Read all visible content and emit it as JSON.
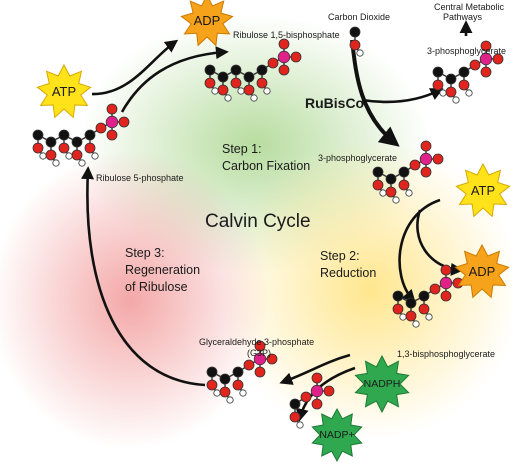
{
  "title": "Calvin Cycle",
  "enzyme": "RuBisCo",
  "steps": {
    "step1": [
      "Step 1:",
      "Carbon Fixation"
    ],
    "step2": [
      "Step 2:",
      "Reduction"
    ],
    "step3": [
      "Step 3:",
      "Regeneration",
      "of Ribulose"
    ]
  },
  "molecules": {
    "rubp": "Ribulose 1,5-bisphosphate",
    "co2": "Carbon Dioxide",
    "pga_top": "3-phosphoglycerate",
    "pga_mid": "3-phosphoglycerate",
    "bpg": "1,3-bisphosphoglycerate",
    "g3p": [
      "Glyceraldehyde 3-phosphate",
      "(G3P)"
    ],
    "ru5p": "Ribulose 5-phosphate",
    "central": [
      "Central Metabolic",
      "Pathways"
    ]
  },
  "badges": {
    "atp_left": "ATP",
    "adp_top": "ADP",
    "atp_right": "ATP",
    "adp_right": "ADP",
    "nadph": "NADPH",
    "nadp": "NADP+"
  },
  "colors": {
    "atp": "#FFE21A",
    "adp": "#F6A21B",
    "nadph": "#2FA84F",
    "carbon": "#111111",
    "oxygen": "#E0241E",
    "phosphorus": "#E0218A",
    "hydrogen": "#FFFFFF"
  }
}
